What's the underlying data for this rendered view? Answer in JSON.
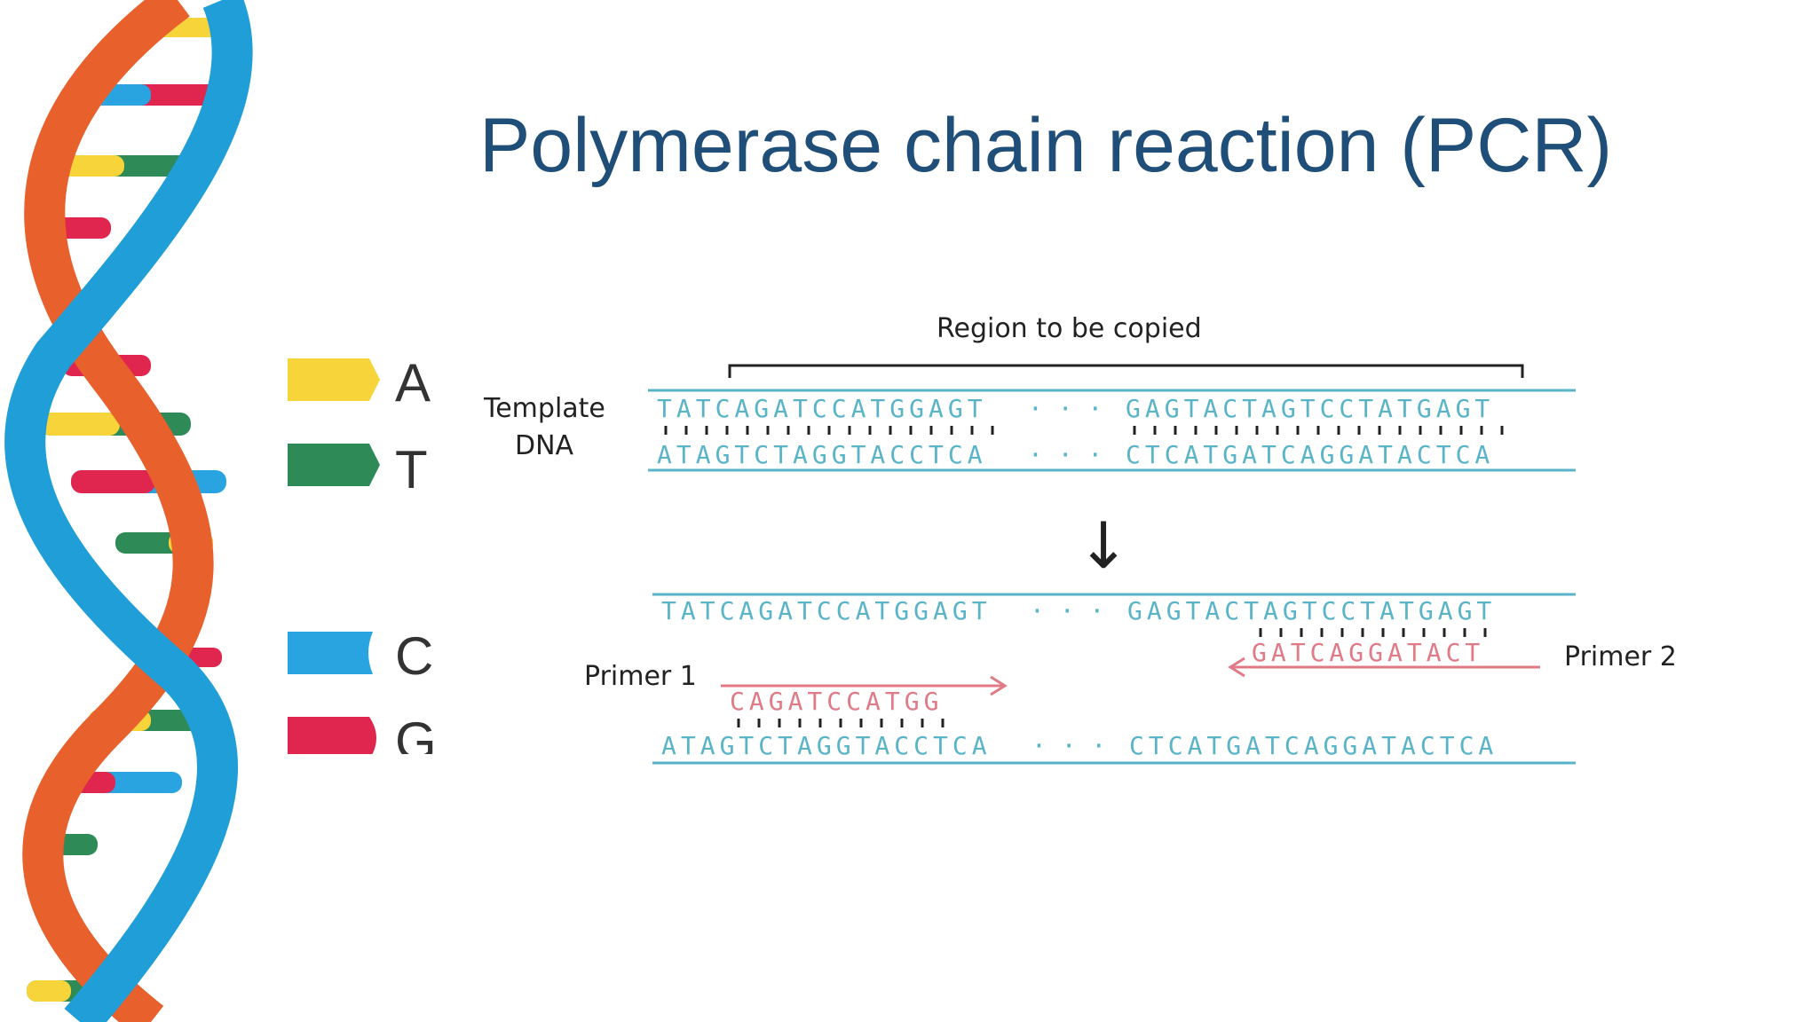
{
  "slide": {
    "title": "Polymerase chain reaction (PCR)"
  },
  "legend": {
    "items": [
      {
        "letter": "A",
        "color": "#f6d43a"
      },
      {
        "letter": "T",
        "color": "#2e8b57"
      },
      {
        "letter": "C",
        "color": "#2aa4e0"
      },
      {
        "letter": "G",
        "color": "#e0264f"
      }
    ]
  },
  "diagram": {
    "region_label": "Region to be copied",
    "template_label_line1": "Template",
    "template_label_line2": "DNA",
    "top_strand_left": "TATCAGATCCATGGAGT",
    "top_strand_right": "GAGTACTAGTCCTATGAGT",
    "bottom_strand_left": "ATAGTCTAGGTACCTCA",
    "bottom_strand_right": "CTCATGATCAGGATACTCA",
    "ellipsis": "· · ·",
    "primer1_label": "Primer 1",
    "primer1_seq": "CAGATCCATGG",
    "primer2_label": "Primer 2",
    "primer2_seq": "GATCAGGATACT",
    "arrow": "↓",
    "colors": {
      "strand": "#5ab4c8",
      "primer": "#e07a86",
      "ink": "#222222"
    }
  }
}
